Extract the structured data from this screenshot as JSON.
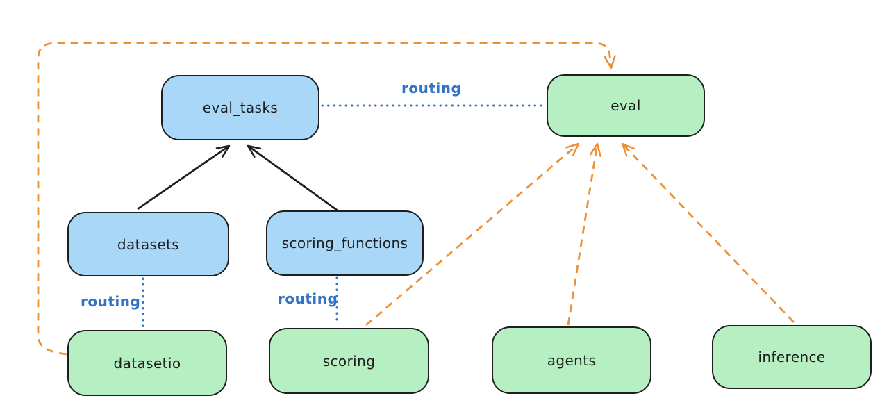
{
  "diagram": {
    "title": "",
    "nodes": [
      {
        "id": "eval_tasks",
        "label": "eval_tasks",
        "kind": "blue"
      },
      {
        "id": "eval",
        "label": "eval",
        "kind": "green"
      },
      {
        "id": "datasets",
        "label": "datasets",
        "kind": "blue"
      },
      {
        "id": "scoring_functions",
        "label": "scoring_functions",
        "kind": "blue"
      },
      {
        "id": "datasetio",
        "label": "datasetio",
        "kind": "green"
      },
      {
        "id": "scoring",
        "label": "scoring",
        "kind": "green"
      },
      {
        "id": "agents",
        "label": "agents",
        "kind": "green"
      },
      {
        "id": "inference",
        "label": "inference",
        "kind": "green"
      }
    ],
    "edges": [
      {
        "from": "datasets",
        "to": "eval_tasks",
        "style": "solid-black-arrow",
        "label": ""
      },
      {
        "from": "scoring_functions",
        "to": "eval_tasks",
        "style": "solid-black-arrow",
        "label": ""
      },
      {
        "from": "eval_tasks",
        "to": "eval",
        "style": "dotted-blue",
        "label": "routing"
      },
      {
        "from": "datasets",
        "to": "datasetio",
        "style": "dotted-blue",
        "label": "routing"
      },
      {
        "from": "scoring_functions",
        "to": "scoring",
        "style": "dotted-blue",
        "label": "routing"
      },
      {
        "from": "scoring",
        "to": "eval",
        "style": "dashed-orange-arrow",
        "label": ""
      },
      {
        "from": "agents",
        "to": "eval",
        "style": "dashed-orange-arrow",
        "label": ""
      },
      {
        "from": "inference",
        "to": "eval",
        "style": "dashed-orange-arrow",
        "label": ""
      },
      {
        "from": "datasetio",
        "to": "eval",
        "style": "dashed-orange-arrow",
        "label": "",
        "routing_note": "loops left and over the top"
      }
    ],
    "edge_labels": [
      {
        "id": "routing-eval-tasks-eval",
        "text": "routing"
      },
      {
        "id": "routing-datasets-datasetio",
        "text": "routing"
      },
      {
        "id": "routing-scoring-functions-scoring",
        "text": "routing"
      }
    ],
    "colors": {
      "background": "#ffffff",
      "blue_fill": "#a8d7f8",
      "green_fill": "#b6efc1",
      "stroke": "#1e1e1e",
      "routing_blue": "#3273c5",
      "orange": "#ec9136"
    }
  }
}
